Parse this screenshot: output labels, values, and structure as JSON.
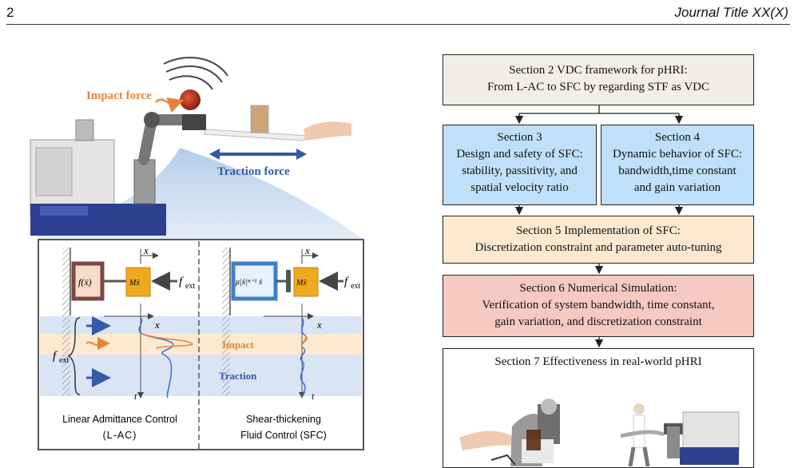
{
  "header": {
    "page_number": "2",
    "journal_title": "Journal Title XX(X)"
  },
  "figure_left": {
    "impact_label": "Impact force",
    "traction_label": "Traction force",
    "inset_impact": "Impact",
    "inset_traction": "Traction",
    "axis_x": "x",
    "axis_t": "t",
    "f_ext": "f",
    "f_ext_sub": "ext",
    "l_ac_formula": "f(ẋ)",
    "mass_term": "Mẍ",
    "sfc_formula": "μ|ẋ|ⁿ⁻¹ ẋ",
    "caption_lac_line1": "Linear Admittance Control",
    "caption_lac_line2": "(L-AC)",
    "caption_sfc_line1": "Shear-thickening",
    "caption_sfc_line2": "Fluid Control (SFC)",
    "colors": {
      "impact": "#e8843a",
      "traction": "#3559a6",
      "damper_lac": "#7a4a40",
      "damper_sfc": "#3f7fc9",
      "mass": "#f0a81e"
    }
  },
  "flowchart": {
    "section2": {
      "line1": "Section 2 VDC framework for pHRI:",
      "line2": "From L-AC to SFC by regarding STF as VDC"
    },
    "section3": {
      "line1": "Section 3",
      "line2": "Design and safety of SFC:",
      "line3": "stability, passitivity, and",
      "line4": "spatial velocity ratio"
    },
    "section4": {
      "line1": "Section 4",
      "line2": "Dynamic behavior of SFC:",
      "line3": "bandwidth,time constant",
      "line4": "and gain variation"
    },
    "section5": {
      "line1": "Section 5 Implementation of SFC:",
      "line2": "Discretization constraint and parameter auto-tuning"
    },
    "section6": {
      "line1": "Section 6 Numerical Simulation:",
      "line2": "Verification of system bandwidth, time constant,",
      "line3": "gain variation, and discretization constraint"
    },
    "section7": {
      "title": "Section 7 Effectiveness in real-world pHRI"
    },
    "colors": {
      "s2": "#f1eeea",
      "s34": "#bfe0f8",
      "s5": "#fde9cf",
      "s6": "#f6cac1",
      "s7": "#ffffff"
    }
  }
}
